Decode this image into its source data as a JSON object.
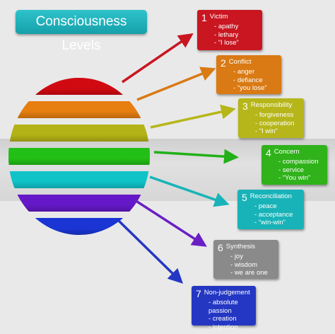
{
  "title": "Consciousness Levels",
  "sphere_colors": [
    "#d10a12",
    "#e67e10",
    "#b3b317",
    "#22c016",
    "#0fc3c9",
    "#6418c7",
    "#1a35d4"
  ],
  "levels": [
    {
      "number": "1",
      "name": "Victim",
      "items": [
        "apathy",
        "lethary",
        "“I lose”"
      ],
      "color": "#c91621"
    },
    {
      "number": "2",
      "name": "Conflict",
      "items": [
        "anger",
        "defiance",
        "“you lose”"
      ],
      "color": "#d97a14"
    },
    {
      "number": "3",
      "name": "Responsibility",
      "items": [
        "forgiveness",
        "cooperation",
        "“I win”"
      ],
      "color": "#b6b61a"
    },
    {
      "number": "4",
      "name": "Concern",
      "items": [
        "compassion",
        "service",
        "“You win”"
      ],
      "color": "#2fb21a"
    },
    {
      "number": "5",
      "name": "Reconciliation",
      "items": [
        "peace",
        "acceptance",
        "“win-win”"
      ],
      "color": "#18b3b8"
    },
    {
      "number": "6",
      "name": "Synthesis",
      "items": [
        "joy",
        "wisdom",
        "we are one"
      ],
      "color": "#8a8a8a"
    },
    {
      "number": "7",
      "name": "Non-judgement",
      "items": [
        "absolute passion",
        "creation",
        "intention"
      ],
      "color": "#2437c3"
    }
  ],
  "arrow_colors": [
    "#c91621",
    "#d97a14",
    "#b6b61a",
    "#22b018",
    "#18b3b8",
    "#6a1fc4",
    "#2437c3"
  ]
}
